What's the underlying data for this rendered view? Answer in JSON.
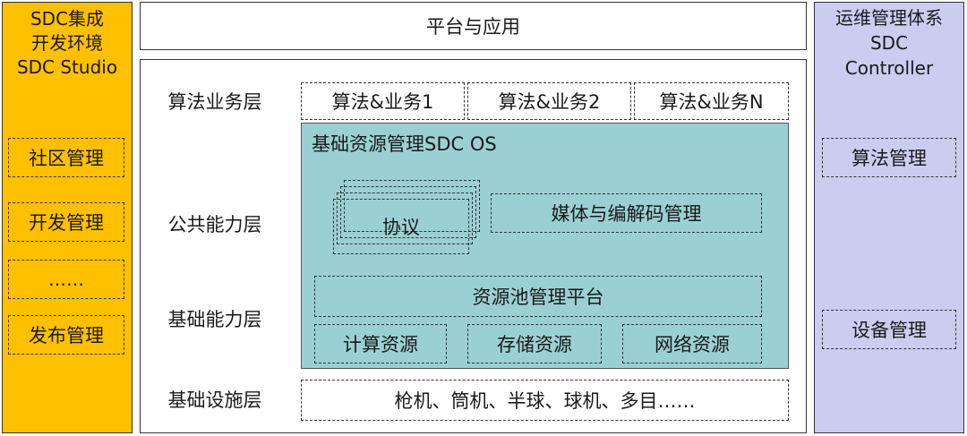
{
  "left": {
    "title_lines": [
      "SDC集成",
      "开发环境",
      "SDC Studio"
    ],
    "items": [
      "社区管理",
      "开发管理",
      "……",
      "发布管理"
    ],
    "color": "#ffc000"
  },
  "top_bar": {
    "label": "平台与应用"
  },
  "layers": {
    "algo": "算法业务层",
    "public": "公共能力层",
    "base": "基础能力层",
    "infra": "基础设施层"
  },
  "algo_boxes": [
    "算法&业务1",
    "算法&业务2",
    "算法&业务N"
  ],
  "os": {
    "title": "基础资源管理SDC OS",
    "protocol": "协议",
    "media": "媒体与编解码管理",
    "pool": "资源池管理平台",
    "resources": [
      "计算资源",
      "存储资源",
      "网络资源"
    ],
    "color": "#9bd0d3"
  },
  "infra_text": "枪机、筒机、半球、球机、多目……",
  "right": {
    "title_lines": [
      "运维管理体系",
      "SDC",
      "Controller"
    ],
    "items": [
      "算法管理",
      "设备管理"
    ],
    "color": "#ccccf0"
  }
}
